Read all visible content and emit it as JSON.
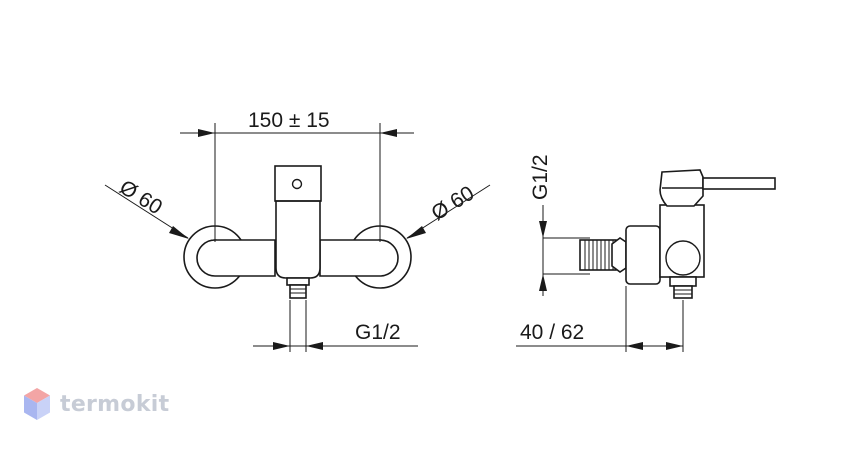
{
  "dimensions": {
    "width_label": "150 ± 15",
    "left_diameter_label": "Ø 60",
    "right_diameter_label": "Ø 60",
    "front_thread_label": "G1/2",
    "side_thread_label": "G1/2",
    "depth_label": "40 / 62"
  },
  "logo": {
    "text": "termokit",
    "colors": {
      "top": "#f3a5a5",
      "left": "#a9b6f0",
      "right": "#c9d2f7"
    }
  }
}
